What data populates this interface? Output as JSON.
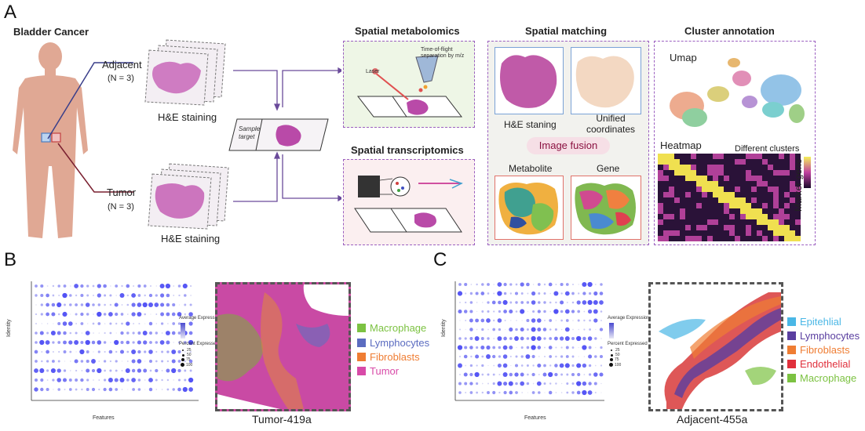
{
  "panel_a": {
    "letter": "A",
    "title": "Bladder Cancer",
    "adjacent": {
      "label": "Adjacent",
      "n": "(N = 3)"
    },
    "tumor": {
      "label": "Tumor",
      "n": "(N = 3)"
    },
    "he_staining_top": "H&E staining",
    "he_staining_bottom": "H&E staining",
    "sample_target": "Sample target",
    "metabolomics": {
      "title": "Spatial metabolomics",
      "laser": "Laser",
      "tof": "Time-of-flight separation by m/z"
    },
    "transcriptomics": {
      "title": "Spatial transcriptomics"
    },
    "matching": {
      "title": "Spatial matching",
      "he": "H&E staning",
      "unified": "Unified coordinates",
      "fusion": "Image fusion",
      "metabolite": "Metabolite",
      "gene": "Gene"
    },
    "annotation": {
      "title": "Cluster annotation",
      "umap": "Umap",
      "heatmap": "Heatmap",
      "clusters": "Different clusters",
      "marker": "Marker gene"
    }
  },
  "panel_b": {
    "letter": "B",
    "sample": "Tumor-419a",
    "features_label": "Features",
    "identity_label": "Identity",
    "avg_expr": "Average Expression",
    "pct_expr": "Percent Expressed",
    "pct_values": [
      "25",
      "50",
      "75",
      "100"
    ],
    "legend": [
      {
        "label": "Macrophage",
        "color": "#7cc242"
      },
      {
        "label": "Lymphocytes",
        "color": "#5b6cc0"
      },
      {
        "label": "Fibroblasts",
        "color": "#ef7d33"
      },
      {
        "label": "Tumor",
        "color": "#d84aa8"
      }
    ]
  },
  "panel_c": {
    "letter": "C",
    "sample": "Adjacent-455a",
    "features_label": "Features",
    "identity_label": "Identity",
    "avg_expr": "Average Expression",
    "pct_expr": "Percent Expressed",
    "pct_values": [
      "25",
      "50",
      "75",
      "100"
    ],
    "legend": [
      {
        "label": "Epitehlial",
        "color": "#4ab7e6"
      },
      {
        "label": "Lymphocytes",
        "color": "#5a3fa0"
      },
      {
        "label": "Fibroblasts",
        "color": "#ef7d33"
      },
      {
        "label": "Endothelial",
        "color": "#e0303c"
      },
      {
        "label": "Macrophage",
        "color": "#7cc242"
      }
    ]
  }
}
